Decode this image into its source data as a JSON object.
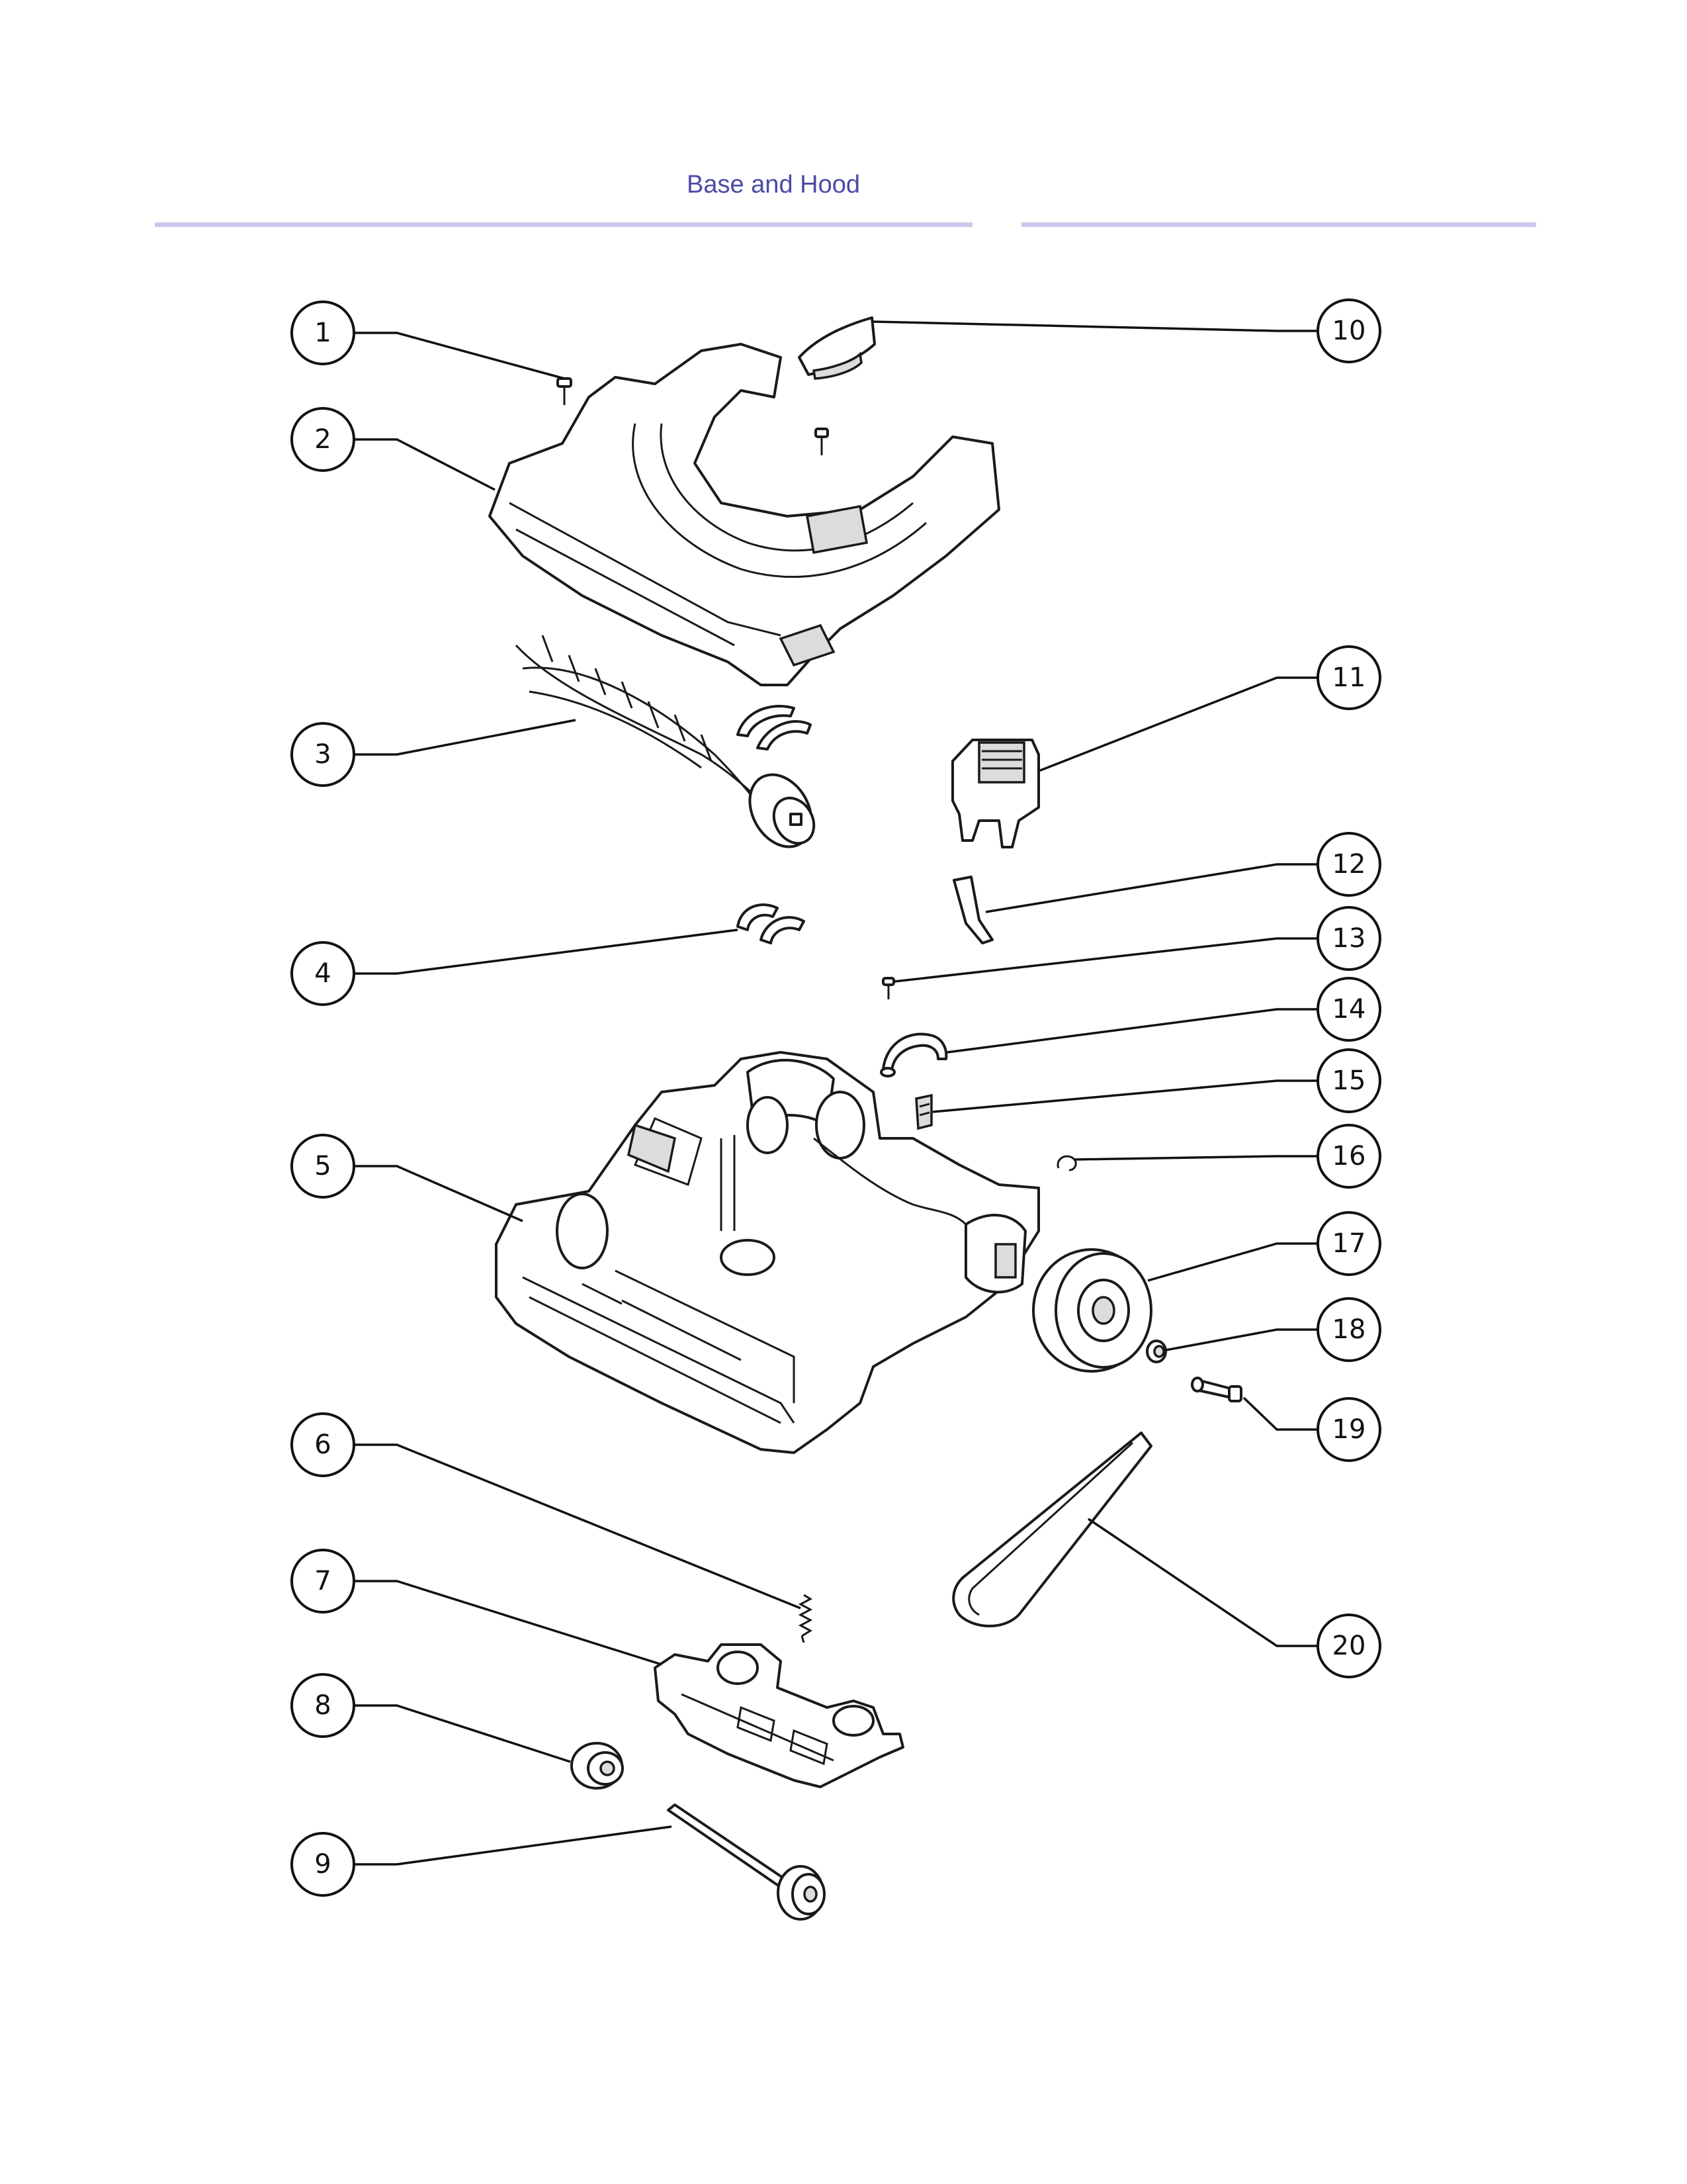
{
  "page": {
    "title": "Base and Hood"
  },
  "callouts": [
    {
      "number": "1",
      "part": "screw"
    },
    {
      "number": "2",
      "part": "hood"
    },
    {
      "number": "3",
      "part": "brush-roll"
    },
    {
      "number": "4",
      "part": "brush-roll-end-cap"
    },
    {
      "number": "5",
      "part": "base"
    },
    {
      "number": "6",
      "part": "spring"
    },
    {
      "number": "7",
      "part": "height-adjust-carriage"
    },
    {
      "number": "8",
      "part": "front-wheel"
    },
    {
      "number": "9",
      "part": "front-axle-with-wheel"
    },
    {
      "number": "10",
      "part": "hood-latch"
    },
    {
      "number": "11",
      "part": "belt-guard"
    },
    {
      "number": "12",
      "part": "pedal-lever"
    },
    {
      "number": "13",
      "part": "screw"
    },
    {
      "number": "14",
      "part": "clamp"
    },
    {
      "number": "15",
      "part": "clip"
    },
    {
      "number": "16",
      "part": "retaining-ring"
    },
    {
      "number": "17",
      "part": "rear-wheel"
    },
    {
      "number": "18",
      "part": "wheel-bushing"
    },
    {
      "number": "19",
      "part": "axle-pin"
    },
    {
      "number": "20",
      "part": "drive-belt"
    }
  ]
}
